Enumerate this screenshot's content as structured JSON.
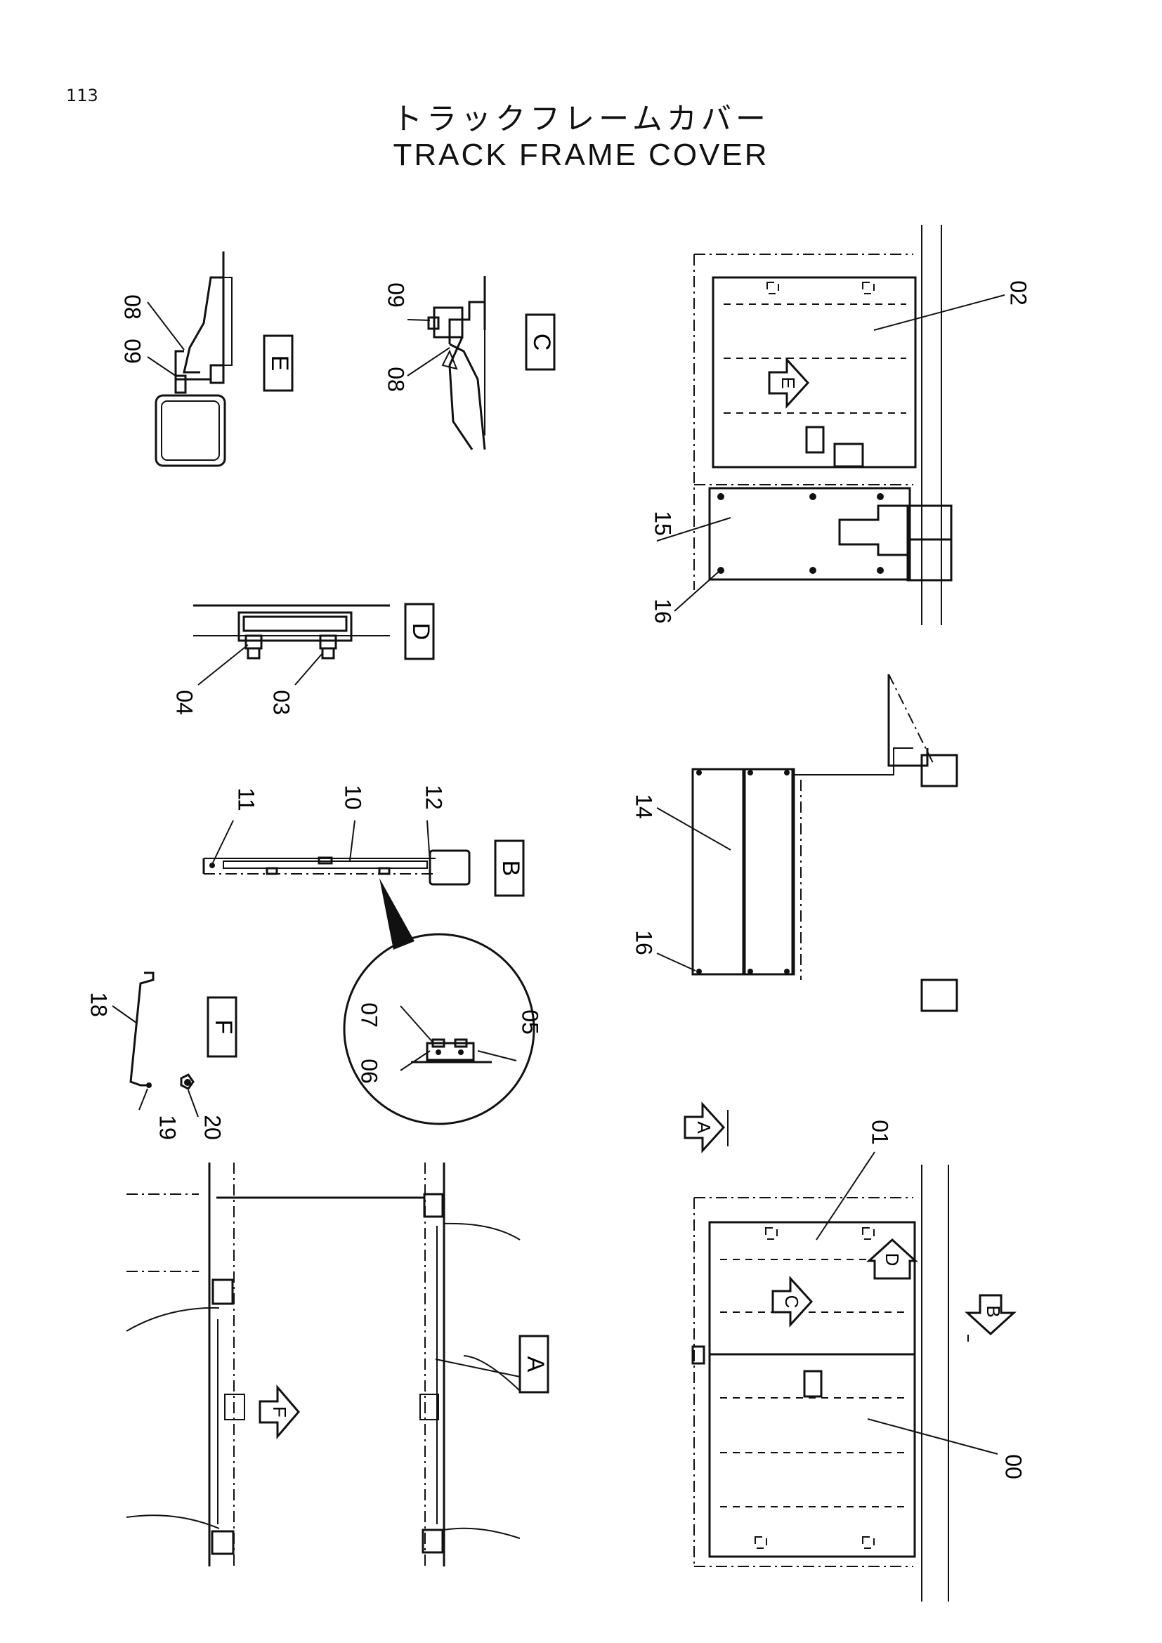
{
  "page_number": "113",
  "title_ja": "トラックフレームカバー",
  "title_en": "TRACK FRAME COVER",
  "part_labels": {
    "p00": "00",
    "p01": "01",
    "p02": "02",
    "p03": "03",
    "p04": "04",
    "p05": "05",
    "p06": "06",
    "p07": "07",
    "p08a": "08",
    "p08b": "08",
    "p09a": "09",
    "p09b": "09",
    "p10": "10",
    "p11": "11",
    "p12": "12",
    "p14": "14",
    "p15": "15",
    "p16a": "16",
    "p16b": "16",
    "p18": "18",
    "p19": "19",
    "p20": "20"
  },
  "view_labels": {
    "A_box": "A",
    "B_box": "B",
    "C_box": "C",
    "D_box": "D",
    "E_box": "E",
    "F_box": "F",
    "A_arrow": "A",
    "B_arrow": "B",
    "C_arrow": "C",
    "D_arrow": "D",
    "E_arrow": "E",
    "F_arrow": "F"
  },
  "colors": {
    "ink": "#111111",
    "paper": "#ffffff"
  }
}
